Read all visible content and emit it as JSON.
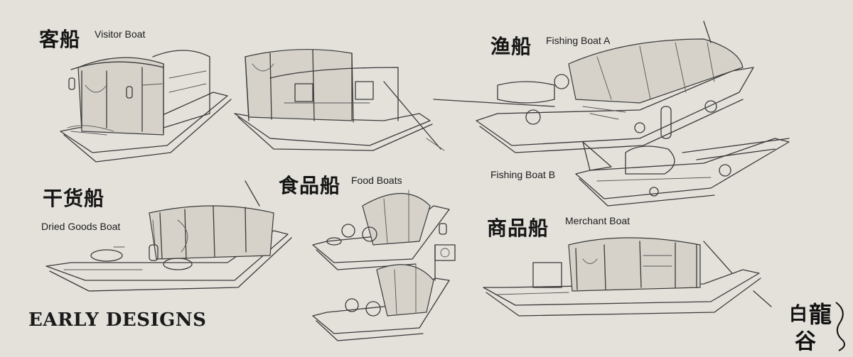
{
  "labels": {
    "visitor_cn": "客船",
    "visitor_en": "Visitor Boat",
    "fishing_cn": "渔船",
    "fishing_a_en": "Fishing Boat A",
    "fishing_b_en": "Fishing Boat B",
    "dried_cn": "干货船",
    "dried_en": "Dried Goods Boat",
    "food_cn": "食品船",
    "food_en": "Food Boats",
    "merchant_cn": "商品船",
    "merchant_en": "Merchant Boat"
  },
  "title": "EARLY DESIGNS",
  "logo": {
    "char1": "白",
    "char2": "龍",
    "char3": "谷"
  },
  "colors": {
    "background": "#e4e1db",
    "ink": "#3a3a3a"
  }
}
